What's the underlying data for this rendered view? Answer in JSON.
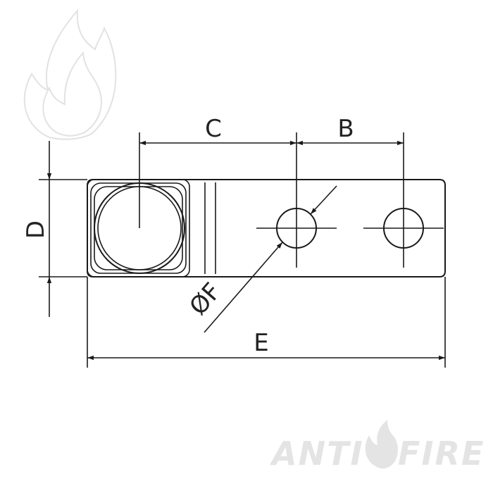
{
  "diagram": {
    "labels": {
      "c": "C",
      "b": "B",
      "d": "D",
      "e": "E",
      "f": "ØF"
    }
  },
  "watermark": {
    "left_word": "ANTI",
    "right_word": "FIRE",
    "icon": "flame-icon"
  },
  "colors": {
    "line": "#1a1a1a",
    "watermark": "#e4e4e4"
  }
}
